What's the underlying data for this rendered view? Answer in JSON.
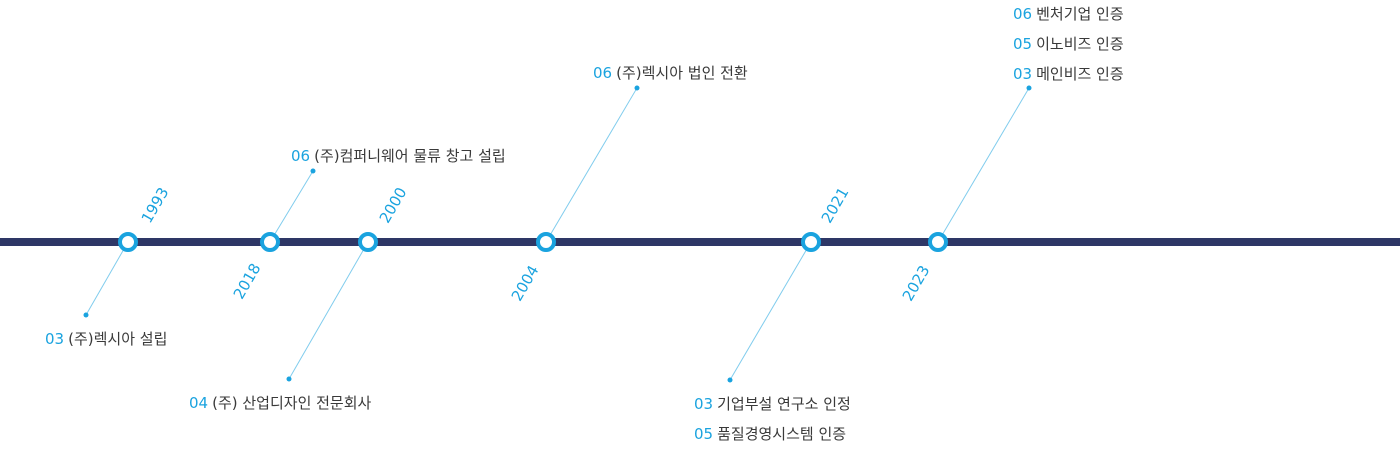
{
  "colors": {
    "axis": "#2e3766",
    "accent": "#1aa3df",
    "text": "#3a3a3a"
  },
  "milestones": [
    {
      "year": "1993",
      "events": [
        {
          "month": "03",
          "text": "(주)렉시아 설립"
        }
      ]
    },
    {
      "year": "2018",
      "events": [
        {
          "month": "06",
          "text": "(주)컴퍼니웨어 물류 창고 설립"
        }
      ]
    },
    {
      "year": "2000",
      "events": [
        {
          "month": "04",
          "text": "(주) 산업디자인 전문회사"
        }
      ]
    },
    {
      "year": "2004",
      "events": [
        {
          "month": "06",
          "text": "(주)렉시아 법인 전환"
        }
      ]
    },
    {
      "year": "2021",
      "events": [
        {
          "month": "03",
          "text": "기업부설 연구소 인정"
        },
        {
          "month": "05",
          "text": "품질경영시스템 인증"
        }
      ]
    },
    {
      "year": "2023",
      "events": [
        {
          "month": "06",
          "text": "벤처기업 인증"
        },
        {
          "month": "05",
          "text": "이노비즈 인증"
        },
        {
          "month": "03",
          "text": "메인비즈 인증"
        }
      ]
    }
  ]
}
